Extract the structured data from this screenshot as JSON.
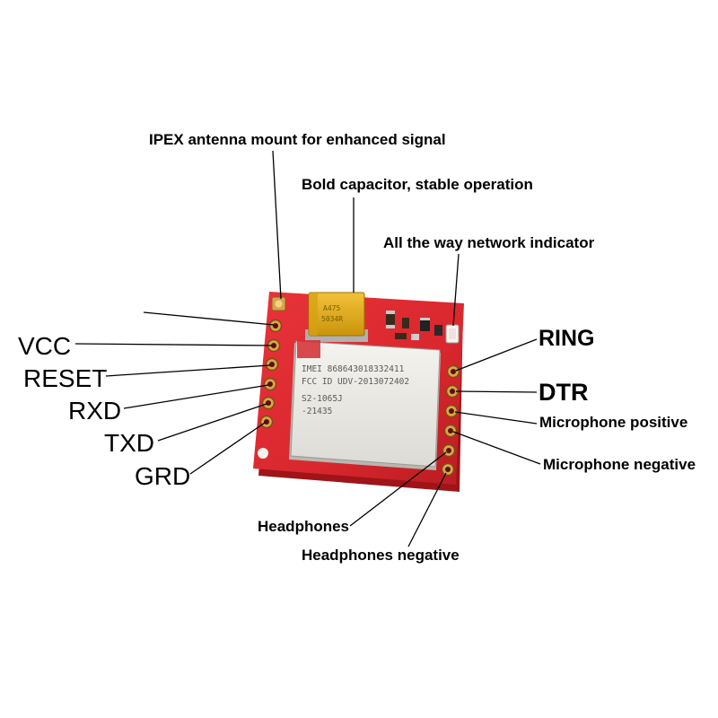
{
  "labels": {
    "ipex": "IPEX antenna mount for enhanced signal",
    "capacitor": "Bold capacitor, stable operation",
    "network": "All the way network indicator",
    "vcc": "VCC",
    "reset": "RESET",
    "rxd": "RXD",
    "txd": "TXD",
    "grd": "GRD",
    "ring": "RING",
    "dtr": "DTR",
    "mic_pos": "Microphone positive",
    "mic_neg": "Microphone negative",
    "headphones": "Headphones",
    "headphones_neg": "Headphones negative"
  },
  "chip": {
    "line1": "IMEI 868643018332411",
    "line2": "FCC ID UDV-2013072402",
    "line3": "S2-1065J",
    "line4": "-21435"
  },
  "capacitor_marking": {
    "line1": "A475",
    "line2": "5034R"
  },
  "colors": {
    "board": "#d9272e",
    "board_dark": "#a8161b",
    "shield": "#ecebe6",
    "capacitor": "#e8b316",
    "gold_pad": "#d9a54a",
    "leader_line": "#000000"
  }
}
